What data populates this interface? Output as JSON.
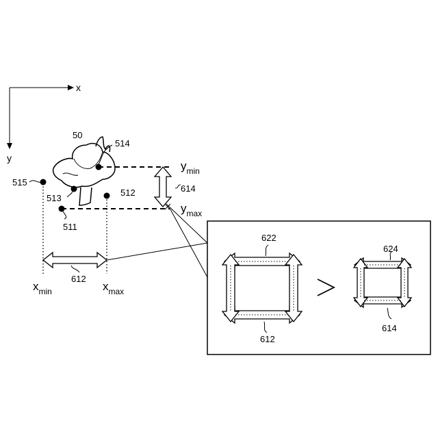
{
  "axes": {
    "x_label": "x",
    "y_label": "y"
  },
  "object_label": "50",
  "points": {
    "p511": "511",
    "p512": "512",
    "p513": "513",
    "p514": "514",
    "p515": "515"
  },
  "bounds": {
    "x_min": {
      "main": "x",
      "sub": "min"
    },
    "x_max": {
      "main": "x",
      "sub": "max"
    },
    "y_min": {
      "main": "y",
      "sub": "min"
    },
    "y_max": {
      "main": "y",
      "sub": "max"
    }
  },
  "widths": {
    "w612": "612",
    "w614": "614"
  },
  "inset": {
    "large_label": "622",
    "large_bottom_label": "612",
    "small_label": "624",
    "small_bottom_label": "614",
    "comparison": ">"
  }
}
